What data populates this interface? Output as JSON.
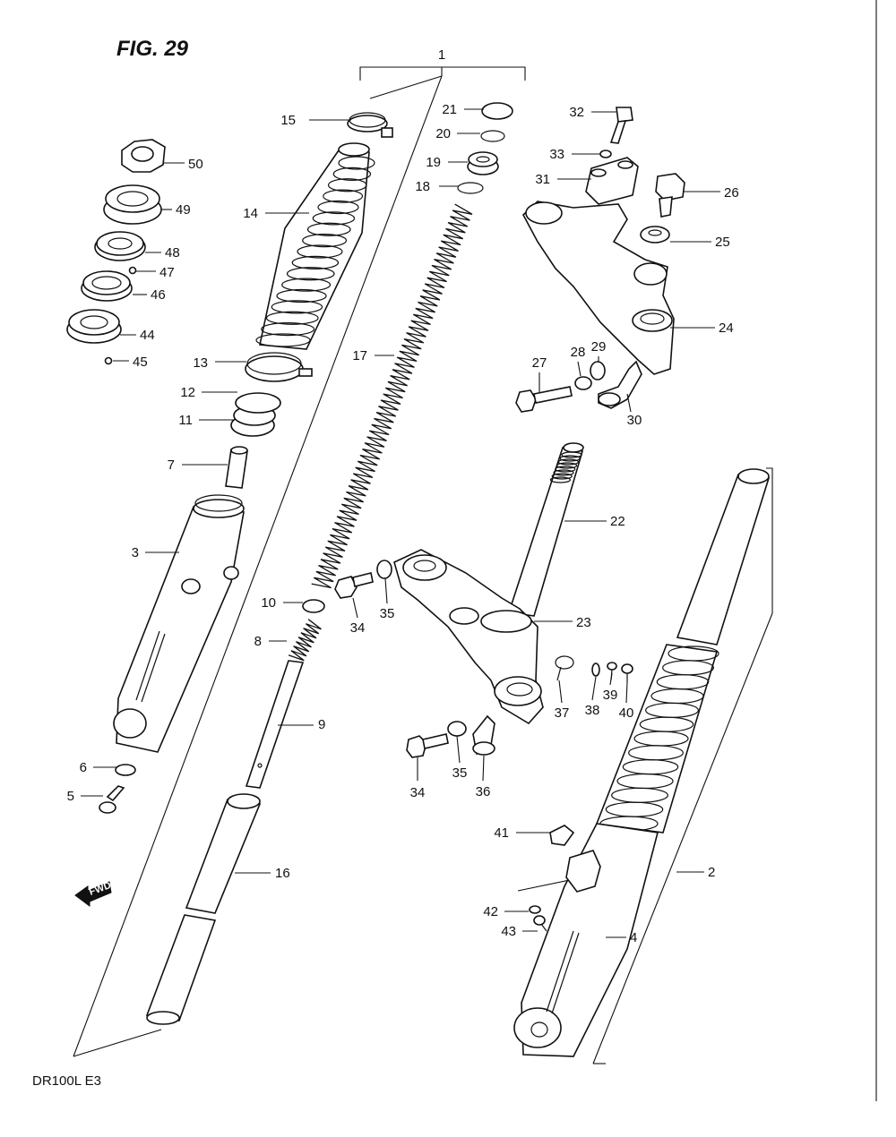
{
  "figure_label": "FIG. 29",
  "model_label": "DR100L  E3",
  "fwd_label": "FWD",
  "part_numbers": {
    "p1": "1",
    "p2": "2",
    "p3": "3",
    "p4": "4",
    "p5": "5",
    "p6": "6",
    "p7": "7",
    "p8": "8",
    "p9": "9",
    "p10": "10",
    "p11": "11",
    "p12": "12",
    "p13": "13",
    "p14": "14",
    "p15": "15",
    "p16": "16",
    "p17": "17",
    "p18": "18",
    "p19": "19",
    "p20": "20",
    "p21": "21",
    "p22": "22",
    "p23": "23",
    "p24": "24",
    "p25": "25",
    "p26": "26",
    "p27": "27",
    "p28": "28",
    "p29": "29",
    "p30": "30",
    "p31": "31",
    "p32": "32",
    "p33": "33",
    "p34a": "34",
    "p34b": "34",
    "p35a": "35",
    "p35b": "35",
    "p36": "36",
    "p37": "37",
    "p38": "38",
    "p39": "39",
    "p40": "40",
    "p41": "41",
    "p42": "42",
    "p43": "43",
    "p44": "44",
    "p45": "45",
    "p46": "46",
    "p47": "47",
    "p48": "48",
    "p49": "49",
    "p50": "50"
  }
}
